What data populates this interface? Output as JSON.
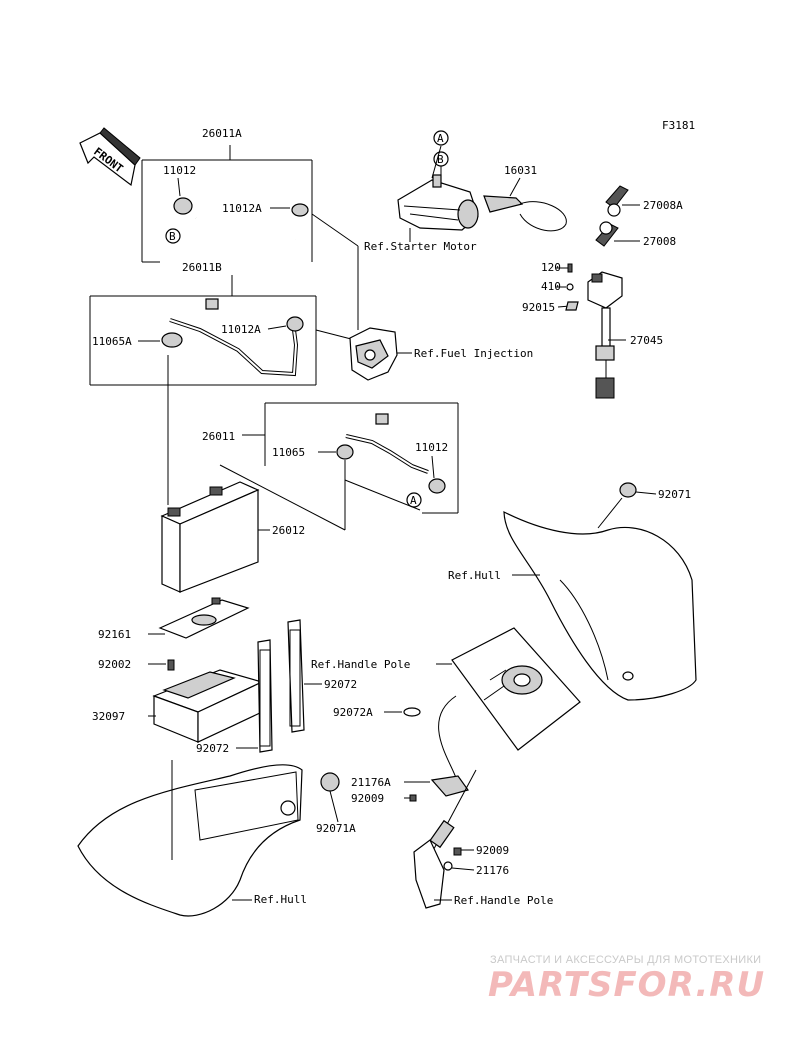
{
  "figure_code": "F3181",
  "front_label": "FRONT",
  "part_labels": {
    "p26011A": "26011A",
    "p11012_top": "11012",
    "p11012A_top": "11012A",
    "circleB_bottom": "B",
    "p26011B": "26011B",
    "p11065A": "11065A",
    "p11012A_mid": "11012A",
    "p26011": "26011",
    "p11065": "11065",
    "p11012_mid": "11012",
    "circleA_mid": "A",
    "p26012": "26012",
    "circleA_top": "A",
    "circleB_top": "B",
    "p16031": "16031",
    "p27008A": "27008A",
    "p27008": "27008",
    "p120": "120",
    "p410": "410",
    "p92015": "92015",
    "p27045": "27045",
    "p92071": "92071",
    "p92161": "92161",
    "p92002": "92002",
    "p32097": "32097",
    "p92072_right": "92072",
    "p92072_left": "92072",
    "p92072A": "92072A",
    "p21176A": "21176A",
    "p92009_left": "92009",
    "p92071A": "92071A",
    "p92009_right": "92009",
    "p21176": "21176"
  },
  "references": {
    "starter_motor": "Ref.Starter Motor",
    "fuel_injection": "Ref.Fuel Injection",
    "hull_right": "Ref.Hull",
    "handle_pole_top": "Ref.Handle Pole",
    "hull_bottom": "Ref.Hull",
    "handle_pole_bottom": "Ref.Handle Pole"
  },
  "watermark": {
    "tagline": "ЗАПЧАСТИ И АКСЕССУАРЫ ДЛЯ МОТОТЕХНИКИ",
    "brand": "PARTSFOR.RU"
  }
}
